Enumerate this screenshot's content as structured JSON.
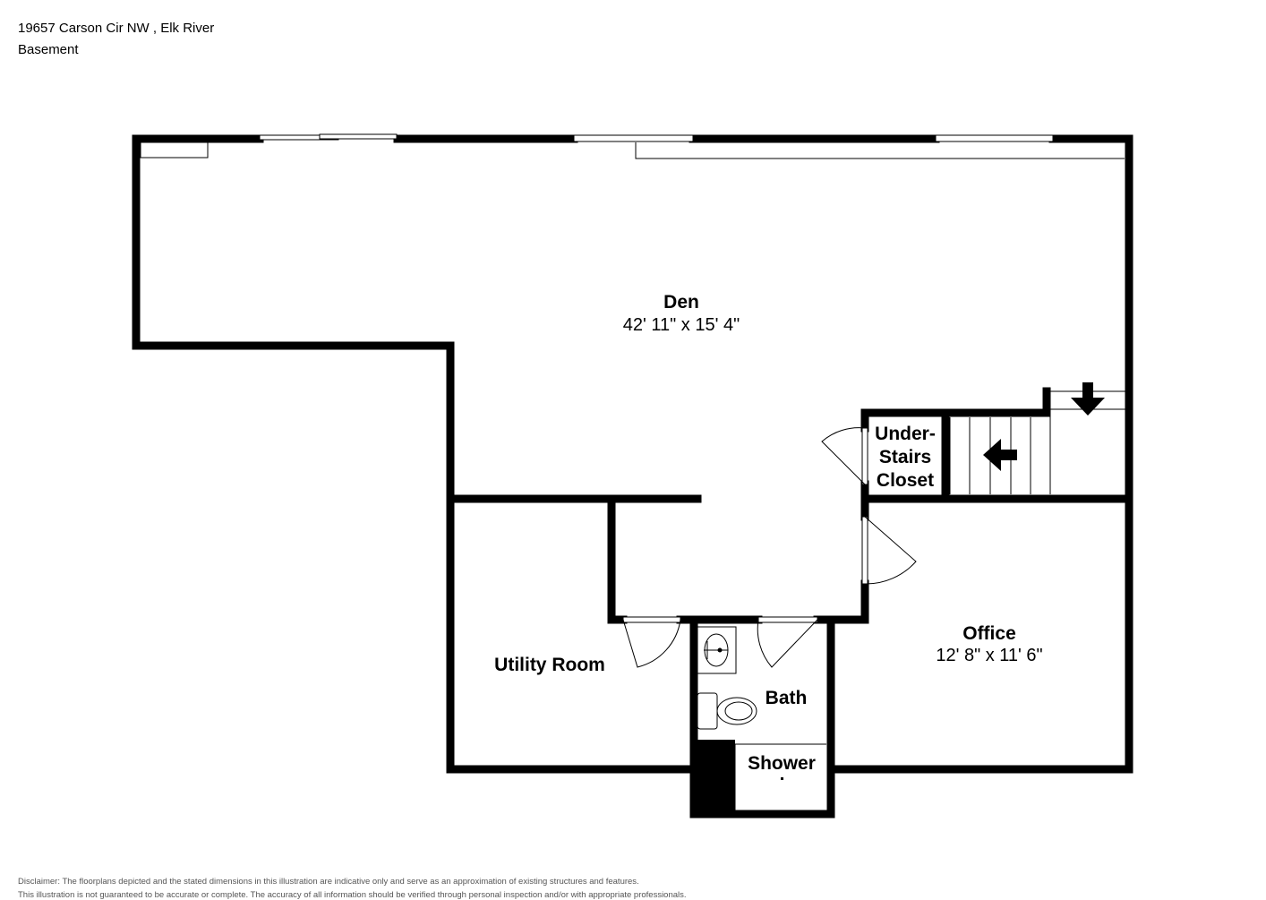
{
  "header": {
    "address": "19657 Carson Cir NW , Elk River",
    "level": "Basement"
  },
  "rooms": {
    "den": {
      "name": "Den",
      "dimensions": "42' 11\" x 15' 4\""
    },
    "under_stairs_closet": {
      "line1": "Under-",
      "line2": "Stairs",
      "line3": "Closet"
    },
    "office": {
      "name": "Office",
      "dimensions": "12' 8\" x 11' 6\""
    },
    "utility_room": {
      "name": "Utility Room"
    },
    "bath": {
      "name": "Bath"
    },
    "shower": {
      "name": "Shower"
    }
  },
  "disclaimer": {
    "line1": "Disclaimer: The floorplans depicted and the stated dimensions in this illustration are indicative only and serve as an approximation of existing structures and features.",
    "line2": "This illustration is not guaranteed to be accurate or complete. The accuracy of all information should be verified through personal inspection and/or with appropriate professionals."
  },
  "colors": {
    "wall": "#000000",
    "background": "#ffffff",
    "fixture": "#333333"
  }
}
